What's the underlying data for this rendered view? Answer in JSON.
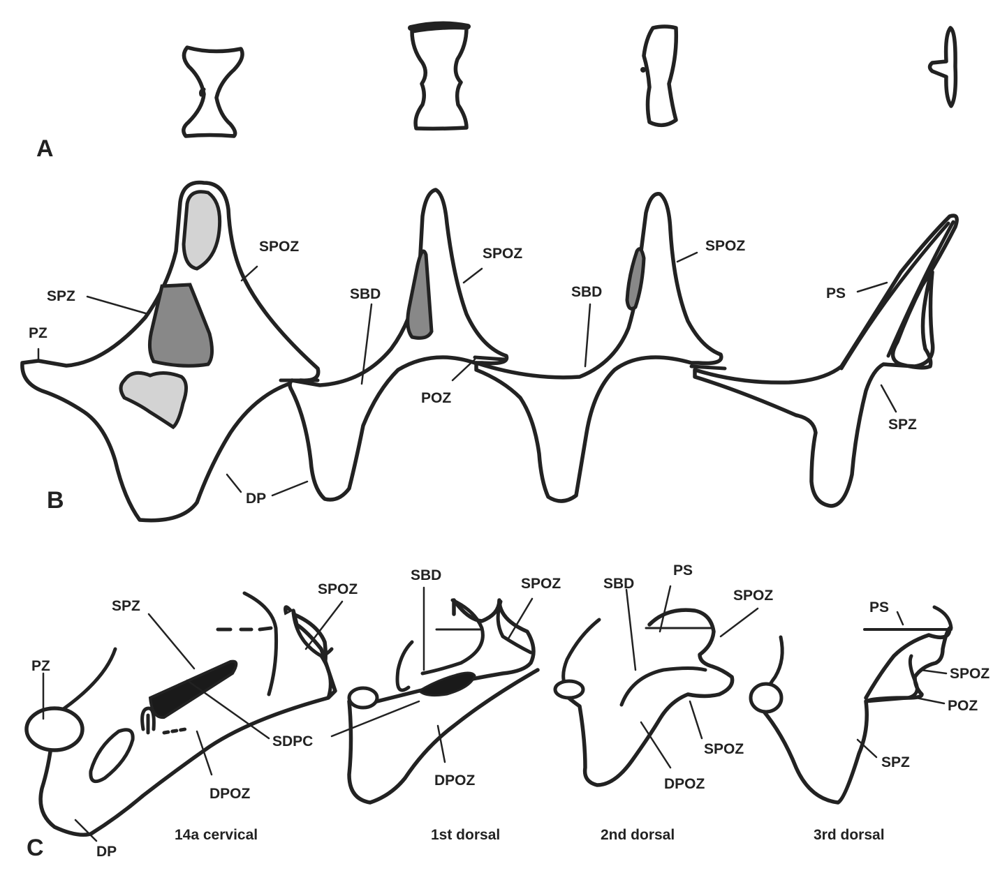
{
  "colors": {
    "line": "#222222",
    "light_fossa": "#d3d3d3",
    "mid_fossa": "#888888",
    "dark_fossa": "#1a1a1a"
  },
  "panels": {
    "a": "A",
    "b": "B",
    "c": "C"
  },
  "captions": {
    "v14": "14a cervical",
    "d1": "1st dorsal",
    "d2": "2nd dorsal",
    "d3": "3rd dorsal"
  },
  "labels_b": {
    "pz": "PZ",
    "spz1": "SPZ",
    "spoz1": "SPOZ",
    "dp": "DP",
    "sbd2": "SBD",
    "spoz2": "SPOZ",
    "poz2": "POZ",
    "sbd3": "SBD",
    "spoz3": "SPOZ",
    "ps4": "PS",
    "spz4": "SPZ"
  },
  "labels_c": {
    "pz": "PZ",
    "spz": "SPZ",
    "sdpc": "SDPC",
    "dpoz1": "DPOZ",
    "dp": "DP",
    "spoz1": "SPOZ",
    "sbd2": "SBD",
    "spoz2": "SPOZ",
    "dpoz2": "DPOZ",
    "sbd3": "SBD",
    "ps3": "PS",
    "spoz3a": "SPOZ",
    "spoz3b": "SPOZ",
    "dpoz3": "DPOZ",
    "ps4": "PS",
    "spoz4": "SPOZ",
    "poz4": "POZ",
    "spz4": "SPZ"
  }
}
